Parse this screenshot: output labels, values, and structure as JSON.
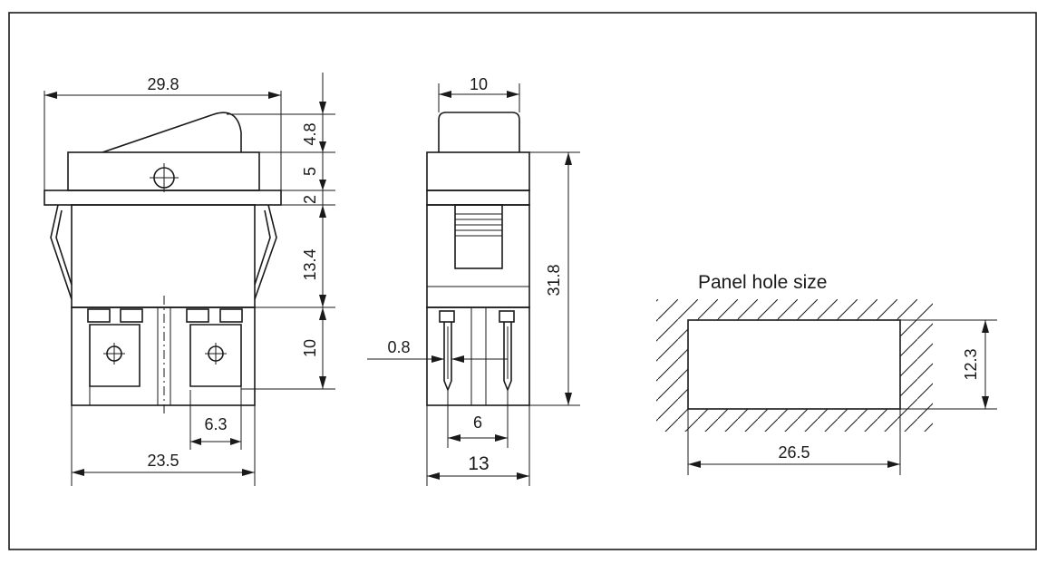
{
  "front_view": {
    "overall_width": "29.8",
    "rocker_height": "4.8",
    "housing_height": "5",
    "flange_height": "2",
    "body_height": "13.4",
    "terminal_length": "10",
    "terminal_pitch": "6.3",
    "body_width": "23.5"
  },
  "side_view": {
    "rocker_width": "10",
    "overall_height": "31.8",
    "terminal_thickness": "0.8",
    "terminal_spacing": "6",
    "body_depth": "13"
  },
  "panel_cutout": {
    "title": "Panel hole size",
    "width": "26.5",
    "height": "12.3"
  },
  "colors": {
    "line": "#1a1a1a",
    "background": "#ffffff"
  }
}
